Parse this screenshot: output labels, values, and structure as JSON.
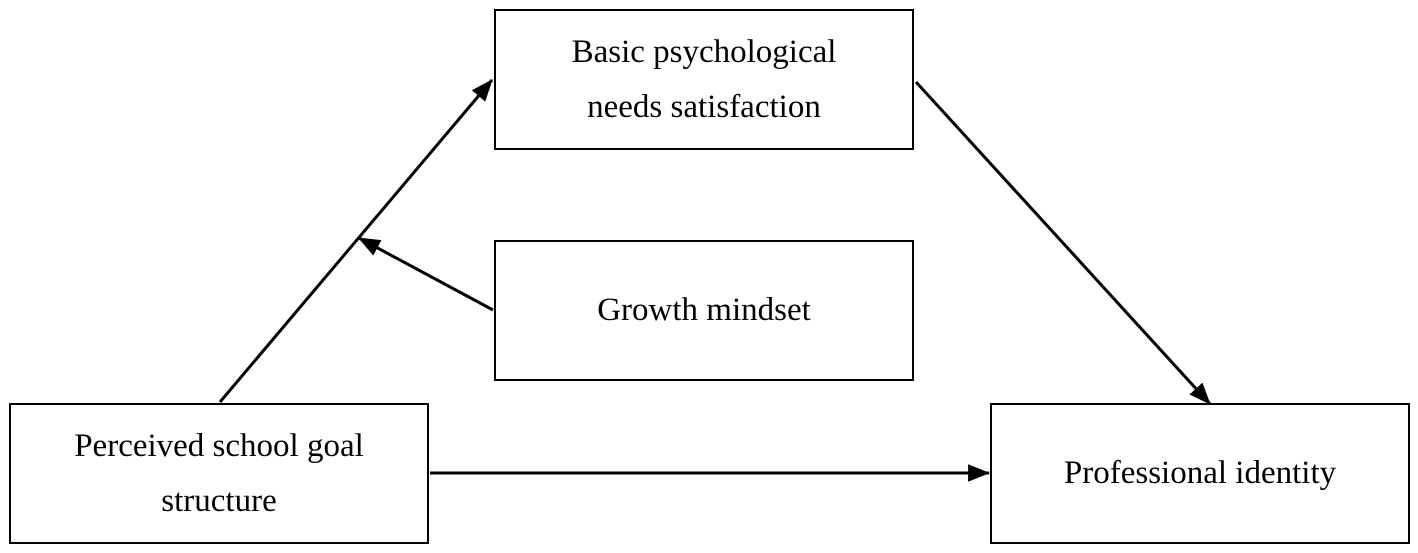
{
  "nodes": {
    "basic_needs": {
      "line1": "Basic psychological",
      "line2": "needs satisfaction"
    },
    "growth_mindset": {
      "line1": "Growth mindset"
    },
    "perceived_goal": {
      "line1": "Perceived school goal",
      "line2": "structure"
    },
    "professional_identity": {
      "line1": "Professional identity"
    }
  },
  "edges": [
    {
      "from": "perceived_goal",
      "to": "basic_needs"
    },
    {
      "from": "basic_needs",
      "to": "professional_identity"
    },
    {
      "from": "perceived_goal",
      "to": "professional_identity"
    },
    {
      "from": "growth_mindset",
      "to": "perceived_goal→basic_needs path (moderation)"
    }
  ],
  "colors": {
    "stroke": "#000000",
    "background": "#ffffff"
  }
}
